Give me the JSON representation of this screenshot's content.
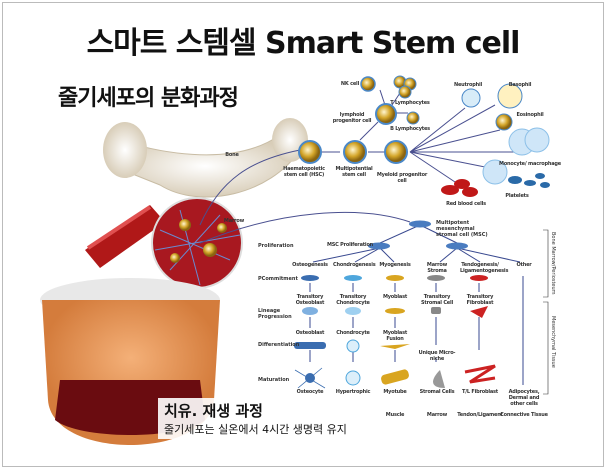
{
  "title": "스마트 스템셀 Smart Stem cell",
  "subtitle": "줄기세포의 분화과정",
  "caption": {
    "heading": "치유. 재생 과정",
    "text": "줄기세포는 실온에서 4시간 생명력 유지"
  },
  "bone": {
    "bone_label": "Bone",
    "marrow_label": "Marrow",
    "cells": {
      "hsc": "Haematopoietic stem cell (HSC)",
      "mpp": "Multipotential stem cell",
      "myeloid": "Myeloid progenitor cell",
      "lymphoid": "lymphoid progenitor cell",
      "nk": "NK cell",
      "t": "T Lymphocytes",
      "b": "B Lymphocytes",
      "neutrophil": "Neutrophil",
      "basophil": "Basophil",
      "eosinophil": "Eosinophil",
      "monocyte": "Monocyte/ macrophage",
      "platelets": "Platelets",
      "rbc": "Red blood cells"
    }
  },
  "msc": {
    "top": "Multipotent mesenchymal stromal cell (MSC)",
    "proliferation": "MSC Proliferation",
    "rows": [
      "Proliferation",
      "PCommitment",
      "Lineage Progression",
      "Differentiation",
      "Maturation"
    ],
    "columns": [
      {
        "head": "Osteogenesis",
        "transitory": "Transitory Osteoblast",
        "mid": "Osteoblast",
        "final": "Osteocyte",
        "tissue": "",
        "color": "#3a6db0"
      },
      {
        "head": "Chondrogenesis",
        "transitory": "Transitory Chondrocyte",
        "mid": "Chondrocyte",
        "final": "Hypertrophic",
        "tissue": "",
        "color": "#4ea6dc"
      },
      {
        "head": "Myogenesis",
        "transitory": "Myoblast",
        "mid": "Myoblast Fusion",
        "final": "Myotube",
        "tissue": "Muscle",
        "color": "#d9a520"
      },
      {
        "head": "Marrow Stroma",
        "transitory": "Transitory Stromal Cell",
        "mid": "Unique Micro-niche",
        "final": "Stromal Cells",
        "tissue": "Marrow",
        "color": "#888888"
      },
      {
        "head": "Tendogenesis/ Ligamentogenesis",
        "transitory": "Transitory Fibroblast",
        "mid": "",
        "final": "T/L Fibroblast",
        "tissue": "Tendon/Ligament",
        "color": "#cc2222"
      },
      {
        "head": "Other",
        "transitory": "",
        "mid": "",
        "final": "Adipocytes, Dermal and other cells",
        "tissue": "Connective Tissue",
        "color": "#5566aa"
      }
    ],
    "side_top": "Bone Marrow/Periosteum",
    "side_bottom": "Mesenchymal Tissue"
  }
}
